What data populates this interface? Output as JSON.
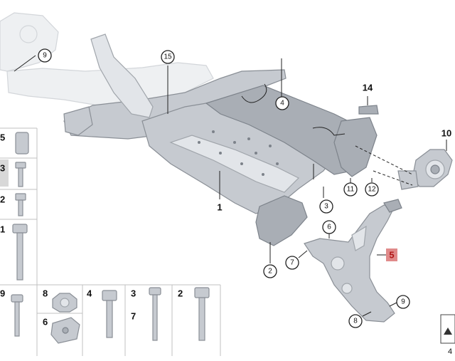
{
  "diagram": {
    "main_callouts": [
      {
        "id": "c1",
        "label": "1"
      },
      {
        "id": "c2",
        "label": "2"
      },
      {
        "id": "c3",
        "label": "3"
      },
      {
        "id": "c4",
        "label": "4"
      },
      {
        "id": "c5",
        "label": "5"
      },
      {
        "id": "c6",
        "label": "6"
      },
      {
        "id": "c7",
        "label": "7"
      },
      {
        "id": "c8",
        "label": "8"
      },
      {
        "id": "c9a",
        "label": "9"
      },
      {
        "id": "c9b",
        "label": "9"
      },
      {
        "id": "c10",
        "label": "10"
      },
      {
        "id": "c11",
        "label": "11"
      },
      {
        "id": "c12",
        "label": "12"
      },
      {
        "id": "c14",
        "label": "14"
      },
      {
        "id": "c15",
        "label": "15"
      }
    ],
    "parts_grid": {
      "left_column": [
        "5",
        "3",
        "2",
        "1"
      ],
      "bottom_row": [
        "9",
        "8",
        "6",
        "4",
        "3",
        "7",
        "2"
      ]
    },
    "corner_text": "4",
    "colors": {
      "highlight": "#e08a8a",
      "part_gray": "#c6cad0",
      "line": "#222222"
    }
  }
}
